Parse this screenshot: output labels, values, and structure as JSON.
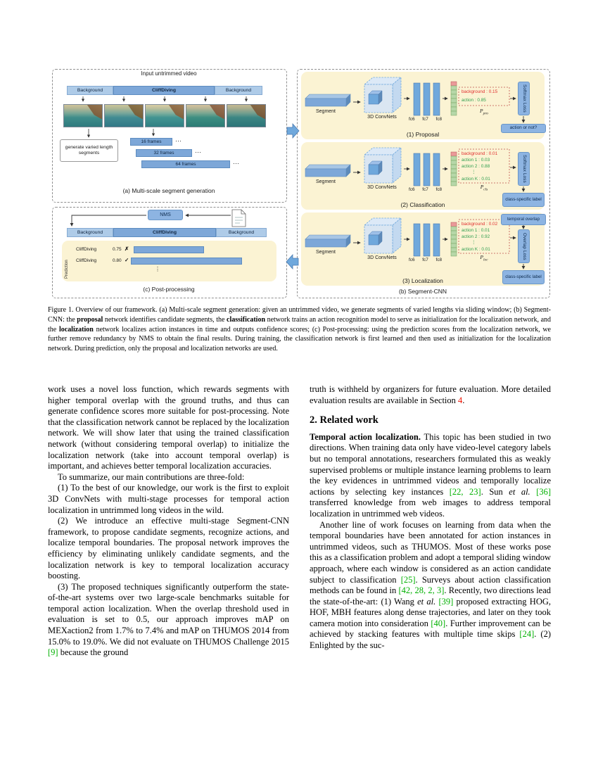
{
  "colors": {
    "citation_green": "#00b000",
    "ref_red": "#ee1100",
    "accent_blue": "#6fa8dc",
    "timeline_light_blue": "#aecbe8",
    "timeline_blue": "#7da7d8",
    "panel_yellow": "#fbf3d3",
    "prob_red": "#e03030",
    "prob_green": "#2f9e4f"
  },
  "figure": {
    "panel_a": {
      "title": "Input untrimmed video",
      "timeline": {
        "left": "Background",
        "center": "CliffDiving",
        "right": "Background"
      },
      "generate_label": "generate varied length segments",
      "segment_bars": [
        "16 frames",
        "32 frames",
        "64 frames"
      ],
      "ellipsis": "···",
      "caption": "(a) Multi-scale segment generation"
    },
    "panel_b": {
      "caption": "(b) Segment-CNN",
      "networks": [
        {
          "segment": "Segment",
          "convnet": "3D ConvNets",
          "fc": [
            "fc6",
            "fc7",
            "fc8"
          ],
          "probs": [
            {
              "text": "background : 0.15"
            },
            {
              "text": "action : 0.85"
            }
          ],
          "p_label": [
            {
              "t": "P",
              "i": true
            },
            {
              "t": "pro",
              "i": true,
              "sub": true
            }
          ],
          "loss": "Softmax Loss",
          "out_label": "action or not?",
          "caption": "(1) Proposal"
        },
        {
          "segment": "Segment",
          "convnet": "3D ConvNets",
          "fc": [
            "fc6",
            "fc7",
            "fc8"
          ],
          "probs": [
            {
              "text": "background : 0.01"
            },
            {
              "text": "action 1 : 0.03"
            },
            {
              "text": "action 2 : 0.88"
            },
            {
              "text": "⋮"
            },
            {
              "text": "action K : 0.01"
            }
          ],
          "p_label": [
            {
              "t": "P",
              "i": true
            },
            {
              "t": "cls",
              "i": true,
              "sub": true
            }
          ],
          "loss": "Softmax Loss",
          "out_label": "class-specific label",
          "caption": "(2) Classification"
        },
        {
          "segment": "Segment",
          "convnet": "3D ConvNets",
          "fc": [
            "fc6",
            "fc7",
            "fc8"
          ],
          "probs": [
            {
              "text": "background : 0.02"
            },
            {
              "text": "action 1 : 0.01"
            },
            {
              "text": "action 2 : 0.92"
            },
            {
              "text": "⋮"
            },
            {
              "text": "action K : 0.01"
            }
          ],
          "p_label": [
            {
              "t": "P",
              "i": true
            },
            {
              "t": "loc",
              "i": true,
              "sub": true
            }
          ],
          "loss": "Overlap Loss",
          "overlap_label": "temporal overlap",
          "out_label": "class-specific label",
          "caption": "(3) Localization"
        }
      ]
    },
    "panel_c": {
      "nms": "NMS",
      "timeline": {
        "left": "Background",
        "center": "CliffDiving",
        "right": "Background"
      },
      "prediction_label": "Prediction",
      "rows": [
        {
          "label": "CliffDiving",
          "score": "0.75",
          "mark": "✗"
        },
        {
          "label": "CliffDiving",
          "score": "0.80",
          "mark": "✓"
        }
      ],
      "vdots": "⋮",
      "caption": "(c) Post-processing"
    }
  },
  "caption": {
    "segments": [
      {
        "t": "Figure 1. Overview of our framework. (a) Multi-scale segment generation: given an untrimmed video, we generate segments of varied lengths via sliding window; (b) Segment-CNN: the "
      },
      {
        "t": "proposal",
        "b": true
      },
      {
        "t": " network identifies candidate segments, the "
      },
      {
        "t": "classification",
        "b": true
      },
      {
        "t": " network trains an action recognition model to serve as initialization for the localization network, and the "
      },
      {
        "t": "localization",
        "b": true
      },
      {
        "t": " network localizes action instances in time and outputs confidence scores; (c) Post-processing: using the prediction scores from the localization network, we further remove redundancy by NMS to obtain the final results. During training, the classification network is first learned and then used as initialization for the localization network. During prediction, only the proposal and localization networks are used."
      }
    ]
  },
  "body": {
    "left": {
      "paragraphs": [
        {
          "segments": [
            {
              "t": "work uses a novel loss function, which rewards segments with higher temporal overlap with the ground truths, and thus can generate confidence scores more suitable for post-processing. Note that the classification network cannot be replaced by the localization network. We will show later that using the trained classification network (without considering temporal overlap) to initialize the localization network (take into account temporal overlap) is important, and achieves better temporal localization accuracies."
            }
          ]
        },
        {
          "segments": [
            {
              "t": "To summarize, our main contributions are three-fold:"
            }
          ]
        },
        {
          "segments": [
            {
              "t": "(1) To the best of our knowledge, our work is the first to exploit 3D ConvNets with multi-stage processes for temporal action localization in untrimmed long videos in the wild."
            }
          ]
        },
        {
          "segments": [
            {
              "t": "(2) We introduce an effective multi-stage Segment-CNN framework, to propose candidate segments, recognize actions, and localize temporal boundaries. The proposal network improves the efficiency by eliminating unlikely candidate segments, and the localization network is key to temporal localization accuracy boosting."
            }
          ]
        },
        {
          "segments": [
            {
              "t": "(3) The proposed techniques significantly outperform the state-of-the-art systems over two large-scale benchmarks suitable for temporal action localization. When the overlap threshold used in evaluation is set to 0.5, our approach improves mAP on MEXaction2 from 1.7% to 7.4% and mAP on THUMOS 2014 from 15.0% to 19.0%. We did not evaluate on THUMOS Challenge 2015 "
            },
            {
              "t": "[9]",
              "c": "citation_green",
              "n": "citation-link"
            },
            {
              "t": " because the ground"
            }
          ]
        }
      ]
    },
    "right": {
      "heading": "2. Related work",
      "paragraphs": [
        {
          "segments": [
            {
              "t": "truth is withheld by organizers for future evaluation. More detailed evaluation results are available in Section "
            },
            {
              "t": "4",
              "c": "ref_red",
              "n": "section-link"
            },
            {
              "t": "."
            }
          ]
        },
        {
          "segments": [
            {
              "t": "Temporal action localization.",
              "b": true
            },
            {
              "t": " This topic has been studied in two directions. When training data only have video-level category labels but no temporal annotations, researchers formulated this as weakly supervised problems or multiple instance learning problems to learn the key evidences in untrimmed videos and temporally localize actions by selecting key instances "
            },
            {
              "t": "[22, 23]",
              "c": "citation_green",
              "n": "citation-link"
            },
            {
              "t": ". Sun "
            },
            {
              "t": "et al.",
              "i": true
            },
            {
              "t": " "
            },
            {
              "t": "[36]",
              "c": "citation_green",
              "n": "citation-link"
            },
            {
              "t": " transferred knowledge from web images to address temporal localization in untrimmed web videos."
            }
          ]
        },
        {
          "segments": [
            {
              "t": "Another line of work focuses on learning from data when the temporal boundaries have been annotated for action instances in untrimmed videos, such as THUMOS. Most of these works pose this as a classification problem and adopt a temporal sliding window approach, where each window is considered as an action candidate subject to classification "
            },
            {
              "t": "[25]",
              "c": "citation_green",
              "n": "citation-link"
            },
            {
              "t": ". Surveys about action classification methods can be found in "
            },
            {
              "t": "[42, 28, 2, 3]",
              "c": "citation_green",
              "n": "citation-link"
            },
            {
              "t": ". Recently, two directions lead the state-of-the-art: (1) Wang "
            },
            {
              "t": "et al.",
              "i": true
            },
            {
              "t": " "
            },
            {
              "t": "[39]",
              "c": "citation_green",
              "n": "citation-link"
            },
            {
              "t": " proposed extracting HOG, HOF, MBH features along dense trajectories, and later on they took camera motion into consideration "
            },
            {
              "t": "[40]",
              "c": "citation_green",
              "n": "citation-link"
            },
            {
              "t": ". Further improvement can be achieved by stacking features with multiple time skips "
            },
            {
              "t": "[24]",
              "c": "citation_green",
              "n": "citation-link"
            },
            {
              "t": ". (2) Enlighted by the suc-"
            }
          ]
        }
      ]
    }
  }
}
